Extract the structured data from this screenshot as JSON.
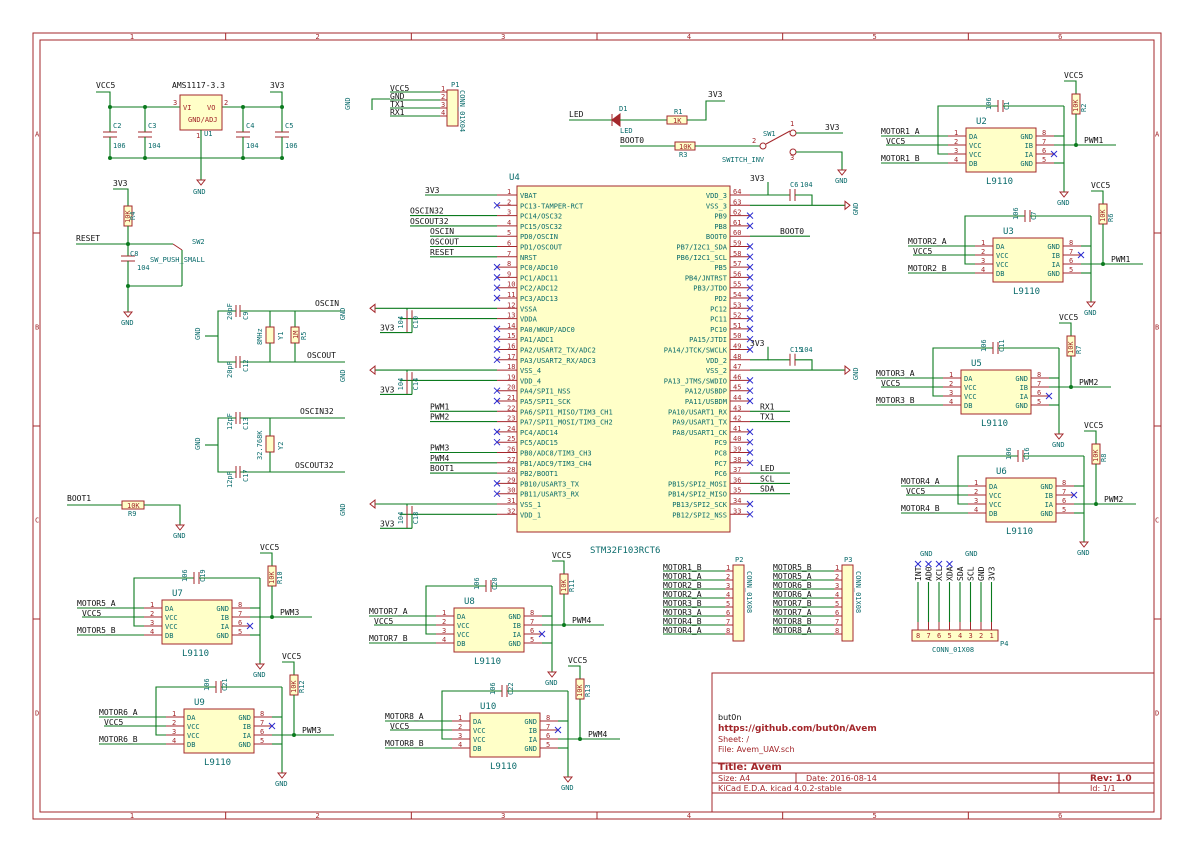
{
  "frame": {
    "cols": [
      "1",
      "2",
      "3",
      "4",
      "5",
      "6"
    ],
    "rows": [
      "A",
      "B",
      "C",
      "D"
    ]
  },
  "title_block": {
    "author": "but0n",
    "url": "https://github.com/but0n/Avem",
    "sheet": "Sheet: /",
    "file": "File: Avem_UAV.sch",
    "title": "Title: Avem",
    "size": "Size: A4",
    "date": "Date: 2016-08-14",
    "rev": "Rev: 1.0",
    "tool": "KiCad E.D.A.  kicad 4.0.2-stable",
    "id": "Id: 1/1"
  },
  "power": {
    "regulator_ref": "U1",
    "regulator_val": "AMS1117-3.3",
    "regulator_pins": {
      "vi": "VI",
      "vo": "VO",
      "gnd": "GND/ADJ",
      "p1": "1",
      "p2": "2",
      "p3": "3"
    },
    "vcc5": "VCC5",
    "v3": "3V3",
    "gnd": "GND",
    "caps": [
      {
        "ref": "C2",
        "val": "106"
      },
      {
        "ref": "C3",
        "val": "104"
      },
      {
        "ref": "C4",
        "val": "104"
      },
      {
        "ref": "C5",
        "val": "106"
      }
    ]
  },
  "conn_p1": {
    "ref": "P1",
    "val": "CONN_01X04",
    "nets": [
      "VCC5",
      "GND",
      "TX1",
      "RX1"
    ],
    "pins": [
      "1",
      "2",
      "3",
      "4"
    ]
  },
  "led": {
    "net": "LED",
    "d_ref": "D1",
    "d_val": "LED",
    "r_ref": "R1",
    "r_val": "1K",
    "v": "3V3"
  },
  "boot0_sw": {
    "net": "BOOT0",
    "r_ref": "R3",
    "r_val": "10K",
    "sw_ref": "SW1",
    "sw_val": "SWITCH_INV",
    "v": "3V3",
    "pins": [
      "1",
      "2",
      "3"
    ]
  },
  "reset": {
    "net": "RESET",
    "v": "3V3",
    "r_ref": "R4",
    "r_val": "10K",
    "c_ref": "C8",
    "c_val": "104",
    "sw_ref": "SW2",
    "sw_val": "SW_PUSH_SMALL"
  },
  "hse": {
    "in": "OSCIN",
    "out": "OSCOUT",
    "c1_ref": "C9",
    "c1_val": "20pF",
    "c2_ref": "C12",
    "c2_val": "20pF",
    "y_ref": "Y1",
    "y_val": "8MHz",
    "r_ref": "R5",
    "r_val": "1M"
  },
  "lse": {
    "in": "OSCIN32",
    "out": "OSCOUT32",
    "c1_ref": "C13",
    "c1_val": "12pF",
    "c2_ref": "C17",
    "c2_val": "12pF",
    "y_ref": "Y2",
    "y_val": "32.768K"
  },
  "boot1": {
    "net": "BOOT1",
    "r_ref": "R9",
    "r_val": "10K"
  },
  "mcu": {
    "ref": "U4",
    "val": "STM32F103RCT6",
    "left": [
      {
        "n": "1",
        "name": "VBAT",
        "net": "3V3"
      },
      {
        "n": "2",
        "name": "PC13-TAMPER-RCT",
        "net": ""
      },
      {
        "n": "3",
        "name": "PC14/OSC32",
        "net": "OSCIN32"
      },
      {
        "n": "4",
        "name": "PC15/OSC32",
        "net": "OSCOUT32"
      },
      {
        "n": "5",
        "name": "PD0/OSCIN",
        "net": "OSCIN"
      },
      {
        "n": "6",
        "name": "PD1/OSCOUT",
        "net": "OSCOUT"
      },
      {
        "n": "7",
        "name": "NRST",
        "net": "RESET"
      },
      {
        "n": "8",
        "name": "PC0/ADC10",
        "net": ""
      },
      {
        "n": "9",
        "name": "PC1/ADC11",
        "net": ""
      },
      {
        "n": "10",
        "name": "PC2/ADC12",
        "net": ""
      },
      {
        "n": "11",
        "name": "PC3/ADC13",
        "net": ""
      },
      {
        "n": "12",
        "name": "VSSA",
        "net": ""
      },
      {
        "n": "13",
        "name": "VDDA",
        "net": ""
      },
      {
        "n": "14",
        "name": "PA0/WKUP/ADC0",
        "net": ""
      },
      {
        "n": "15",
        "name": "PA1/ADC1",
        "net": ""
      },
      {
        "n": "16",
        "name": "PA2/USART2_TX/ADC2",
        "net": ""
      },
      {
        "n": "17",
        "name": "PA3/USART2_RX/ADC3",
        "net": ""
      },
      {
        "n": "18",
        "name": "VSS_4",
        "net": ""
      },
      {
        "n": "19",
        "name": "VDD_4",
        "net": ""
      },
      {
        "n": "20",
        "name": "PA4/SPI1_NSS",
        "net": ""
      },
      {
        "n": "21",
        "name": "PA5/SPI1_SCK",
        "net": ""
      },
      {
        "n": "22",
        "name": "PA6/SPI1_MISO/TIM3_CH1",
        "net": "PWM1"
      },
      {
        "n": "23",
        "name": "PA7/SPI1_MOSI/TIM3_CH2",
        "net": "PWM2"
      },
      {
        "n": "24",
        "name": "PC4/ADC14",
        "net": ""
      },
      {
        "n": "25",
        "name": "PC5/ADC15",
        "net": ""
      },
      {
        "n": "26",
        "name": "PB0/ADC8/TIM3_CH3",
        "net": "PWM3"
      },
      {
        "n": "27",
        "name": "PB1/ADC9/TIM3_CH4",
        "net": "PWM4"
      },
      {
        "n": "28",
        "name": "PB2/BOOT1",
        "net": "BOOT1"
      },
      {
        "n": "29",
        "name": "PB10/USART3_TX",
        "net": ""
      },
      {
        "n": "30",
        "name": "PB11/USART3_RX",
        "net": ""
      },
      {
        "n": "31",
        "name": "VSS_1",
        "net": ""
      },
      {
        "n": "32",
        "name": "VDD_1",
        "net": ""
      }
    ],
    "right": [
      {
        "n": "64",
        "name": "VDD_3",
        "net": "3V3"
      },
      {
        "n": "63",
        "name": "VSS_3",
        "net": ""
      },
      {
        "n": "62",
        "name": "PB9",
        "net": ""
      },
      {
        "n": "61",
        "name": "PB8",
        "net": ""
      },
      {
        "n": "60",
        "name": "BOOT0",
        "net": "BOOT0"
      },
      {
        "n": "59",
        "name": "PB7/I2C1_SDA",
        "net": ""
      },
      {
        "n": "58",
        "name": "PB6/I2C1_SCL",
        "net": ""
      },
      {
        "n": "57",
        "name": "PB5",
        "net": ""
      },
      {
        "n": "56",
        "name": "PB4/JNTRST",
        "net": ""
      },
      {
        "n": "55",
        "name": "PB3/JTDO",
        "net": ""
      },
      {
        "n": "54",
        "name": "PD2",
        "net": ""
      },
      {
        "n": "53",
        "name": "PC12",
        "net": ""
      },
      {
        "n": "52",
        "name": "PC11",
        "net": ""
      },
      {
        "n": "51",
        "name": "PC10",
        "net": ""
      },
      {
        "n": "50",
        "name": "PA15/JTDI",
        "net": ""
      },
      {
        "n": "49",
        "name": "PA14/JTCK/SWCLK",
        "net": ""
      },
      {
        "n": "48",
        "name": "VDD_2",
        "net": "3V3"
      },
      {
        "n": "47",
        "name": "VSS_2",
        "net": ""
      },
      {
        "n": "46",
        "name": "PA13_JTMS/SWDIO",
        "net": ""
      },
      {
        "n": "45",
        "name": "PA12/USBDP",
        "net": ""
      },
      {
        "n": "44",
        "name": "PA11/USBDM",
        "net": ""
      },
      {
        "n": "43",
        "name": "PA10/USART1_RX",
        "net": "RX1"
      },
      {
        "n": "42",
        "name": "PA9/USART1_TX",
        "net": "TX1"
      },
      {
        "n": "41",
        "name": "PA8/USART1_CK",
        "net": ""
      },
      {
        "n": "40",
        "name": "PC9",
        "net": ""
      },
      {
        "n": "39",
        "name": "PC8",
        "net": ""
      },
      {
        "n": "38",
        "name": "PC7",
        "net": ""
      },
      {
        "n": "37",
        "name": "PC6",
        "net": "LED"
      },
      {
        "n": "36",
        "name": "PB15/SPI2_MOSI",
        "net": "SCL"
      },
      {
        "n": "35",
        "name": "PB14/SPI2_MISO",
        "net": "SDA"
      },
      {
        "n": "34",
        "name": "PB13/SPI2_SCK",
        "net": ""
      },
      {
        "n": "33",
        "name": "PB12/SPI2_NSS",
        "net": ""
      }
    ],
    "decoup": [
      {
        "ref": "C10",
        "val": "104"
      },
      {
        "ref": "C14",
        "val": "104"
      },
      {
        "ref": "C18",
        "val": "104"
      },
      {
        "ref": "C6",
        "val": "104"
      },
      {
        "ref": "C15",
        "val": "104"
      }
    ]
  },
  "driver_pins": {
    "left": [
      {
        "n": "1",
        "name": "DA"
      },
      {
        "n": "2",
        "name": "VCC"
      },
      {
        "n": "3",
        "name": "VCC"
      },
      {
        "n": "4",
        "name": "DB"
      }
    ],
    "right": [
      {
        "n": "8",
        "name": "GND"
      },
      {
        "n": "7",
        "name": "IB"
      },
      {
        "n": "6",
        "name": "IA"
      },
      {
        "n": "5",
        "name": "GND"
      }
    ],
    "val": "L9110"
  },
  "drivers": [
    {
      "ref": "U2",
      "a": "MOTOR1_A",
      "b": "MOTOR1_B",
      "pwm": "PWM1",
      "c_ref": "C1",
      "c_val": "106",
      "r_ref": "R2",
      "r_val": "10K",
      "bpin": "7",
      "nc": "6"
    },
    {
      "ref": "U3",
      "a": "MOTOR2_A",
      "b": "MOTOR2_B",
      "pwm": "PWM1",
      "c_ref": "C7",
      "c_val": "106",
      "r_ref": "R6",
      "r_val": "10K",
      "bpin": "6",
      "nc": "7"
    },
    {
      "ref": "U5",
      "a": "MOTOR3_A",
      "b": "MOTOR3_B",
      "pwm": "PWM2",
      "c_ref": "C11",
      "c_val": "106",
      "r_ref": "R7",
      "r_val": "10K",
      "bpin": "7",
      "nc": "6"
    },
    {
      "ref": "U6",
      "a": "MOTOR4_A",
      "b": "MOTOR4_B",
      "pwm": "PWM2",
      "c_ref": "C16",
      "c_val": "106",
      "r_ref": "R8",
      "r_val": "10K",
      "bpin": "6",
      "nc": "7"
    },
    {
      "ref": "U7",
      "a": "MOTOR5_A",
      "b": "MOTOR5_B",
      "pwm": "PWM3",
      "c_ref": "C19",
      "c_val": "106",
      "r_ref": "R10",
      "r_val": "10K",
      "bpin": "7",
      "nc": "6"
    },
    {
      "ref": "U8",
      "a": "MOTOR7_A",
      "b": "MOTOR7_B",
      "pwm": "PWM4",
      "c_ref": "C20",
      "c_val": "106",
      "r_ref": "R11",
      "r_val": "10K",
      "bpin": "7",
      "nc": "6"
    },
    {
      "ref": "U9",
      "a": "MOTOR6_A",
      "b": "MOTOR6_B",
      "pwm": "PWM3",
      "c_ref": "C21",
      "c_val": "106",
      "r_ref": "R12",
      "r_val": "10K",
      "bpin": "6",
      "nc": "7"
    },
    {
      "ref": "U10",
      "a": "MOTOR8_A",
      "b": "MOTOR8_B",
      "pwm": "PWM4",
      "c_ref": "C22",
      "c_val": "106",
      "r_ref": "R13",
      "r_val": "10K",
      "bpin": "6",
      "nc": "7"
    }
  ],
  "conn_p2": {
    "ref": "P2",
    "val": "CONN_01X08",
    "nets": [
      "MOTOR1_B",
      "MOTOR1_A",
      "MOTOR2_B",
      "MOTOR2_A",
      "MOTOR3_B",
      "MOTOR3_A",
      "MOTOR4_B",
      "MOTOR4_A"
    ],
    "pins": [
      "1",
      "2",
      "3",
      "4",
      "5",
      "6",
      "7",
      "8"
    ]
  },
  "conn_p3": {
    "ref": "P3",
    "val": "CONN_01X08",
    "nets": [
      "MOTOR5_B",
      "MOTOR5_A",
      "MOTOR6_B",
      "MOTOR6_A",
      "MOTOR7_B",
      "MOTOR7_A",
      "MOTOR8_B",
      "MOTOR8_A"
    ],
    "pins": [
      "1",
      "2",
      "3",
      "4",
      "5",
      "6",
      "7",
      "8"
    ]
  },
  "conn_p4": {
    "ref": "P4",
    "val": "CONN_01X08",
    "nets": [
      "INT",
      "AD0",
      "XCL",
      "XDA",
      "SDA",
      "SCL",
      "GND",
      "3V3"
    ],
    "gnd1": "GND",
    "gnd2": "GND",
    "pins": [
      "8",
      "7",
      "6",
      "5",
      "4",
      "3",
      "2",
      "1"
    ]
  }
}
